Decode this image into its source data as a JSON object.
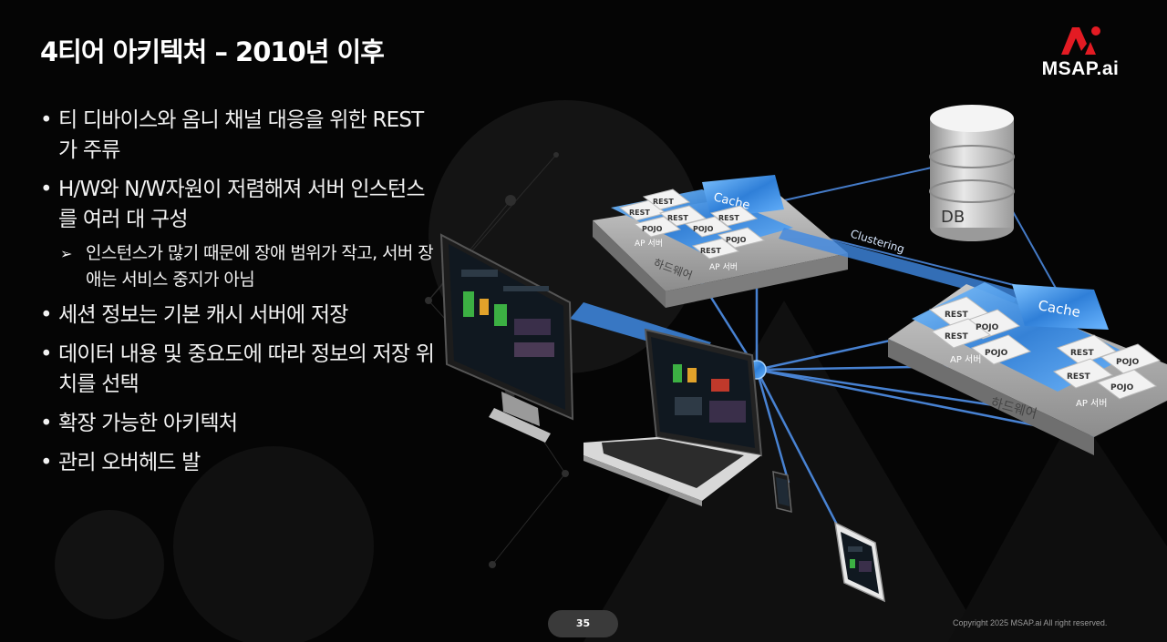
{
  "slide": {
    "title": "4티어 아키텍처 – 2010년 이후",
    "brand_color": "#e31b23",
    "page_number": "35",
    "copyright": "Copyright 2025 MSAP.ai All right reserved."
  },
  "logo": {
    "text": "MSAP.ai",
    "icon": "msap-logo-icon"
  },
  "bullets": {
    "b1": "티 디바이스와 옴니 채널 대응을 위한 REST가 주류",
    "b2": "H/W와 N/W자원이 저렴해져 서버 인스턴스를 여러 대 구성",
    "b2_sub": "인스턴스가 많기 때문에 장애 범위가 작고, 서버 장애는 서비스 중지가 아님",
    "b3": "세션 정보는 기본 캐시 서버에 저장",
    "b4": "데이터 내용 및 중요도에 따라 정보의 저장 위치를 선택",
    "b5": "확장 가능한 아키텍처",
    "b6": "관리 오버헤드 발"
  },
  "diagram": {
    "db_label": "DB",
    "cache_label": "Cache",
    "clustering_label": "Clustering",
    "rest_label": "REST",
    "pojo_label": "POJO",
    "ap_label": "AP 서버",
    "hw_label": "하드웨어",
    "cache_color": "#3d8fe0",
    "link_color": "#4f8fe8"
  }
}
